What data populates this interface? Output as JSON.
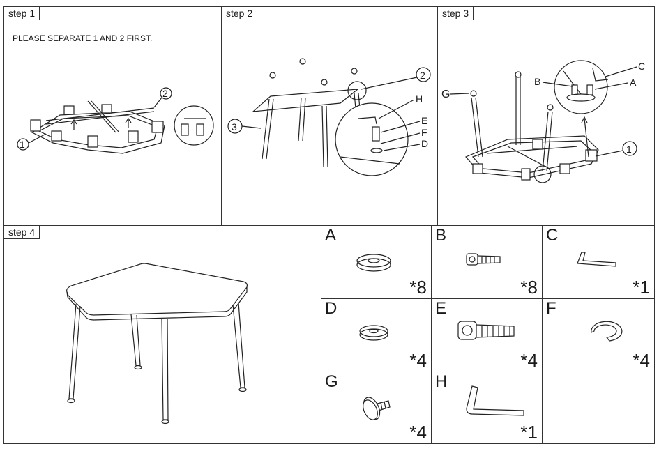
{
  "steps": [
    {
      "label": "step 1",
      "note": "PLEASE SEPARATE   1 AND 2 FIRST.",
      "callouts": [
        "1",
        "2"
      ]
    },
    {
      "label": "step 2",
      "callouts": [
        "2",
        "3"
      ],
      "letters": [
        "H",
        "E",
        "F",
        "D"
      ]
    },
    {
      "label": "step 3",
      "callouts": [
        "1"
      ],
      "letters": [
        "G",
        "B",
        "C",
        "A"
      ]
    },
    {
      "label": "step 4"
    }
  ],
  "parts": [
    {
      "letter": "A",
      "qty": "*8",
      "icon": "washer-icon"
    },
    {
      "letter": "B",
      "qty": "*8",
      "icon": "bolt-small-icon"
    },
    {
      "letter": "C",
      "qty": "*1",
      "icon": "hex-key-small-icon"
    },
    {
      "letter": "D",
      "qty": "*4",
      "icon": "washer-icon"
    },
    {
      "letter": "E",
      "qty": "*4",
      "icon": "bolt-large-icon"
    },
    {
      "letter": "F",
      "qty": "*4",
      "icon": "spring-washer-icon"
    },
    {
      "letter": "G",
      "qty": "*4",
      "icon": "leveling-foot-icon"
    },
    {
      "letter": "H",
      "qty": "*1",
      "icon": "hex-key-large-icon"
    }
  ]
}
